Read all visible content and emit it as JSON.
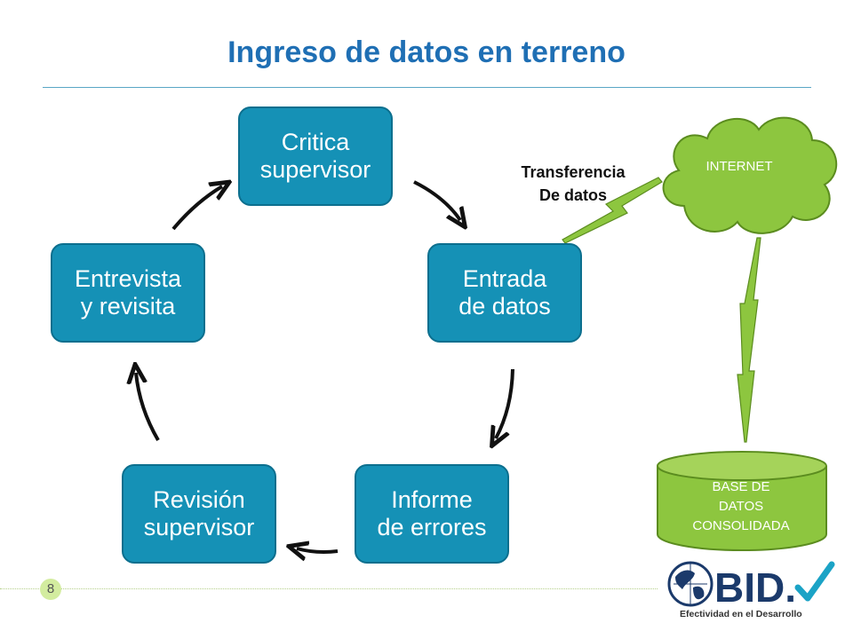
{
  "title": "Ingreso de datos en terreno",
  "nodes": {
    "critica": {
      "line1": "Critica",
      "line2": "supervisor"
    },
    "entrada": {
      "line1": "Entrada",
      "line2": "de datos"
    },
    "informe": {
      "line1": "Informe",
      "line2": "de errores"
    },
    "revision": {
      "line1": "Revisión",
      "line2": "supervisor"
    },
    "entrevista": {
      "line1": "Entrevista",
      "line2": "y revisita"
    }
  },
  "cycle": [
    "critica",
    "entrada",
    "informe",
    "revision",
    "entrevista"
  ],
  "transfer": {
    "line1": "Transferencia",
    "line2": "De datos"
  },
  "cloud": {
    "label": "INTERNET"
  },
  "database": {
    "line1": "BASE DE",
    "line2": "DATOS",
    "line3": "CONSOLIDADA"
  },
  "page_number": "8",
  "logo": {
    "text": "BID.",
    "subtitle": "Efectividad en el Desarrollo"
  },
  "colors": {
    "title": "#1f6fb4",
    "node_fill": "#1591b6",
    "green_shape": "#8dc63f",
    "logo_navy": "#1b3a6b",
    "logo_check": "#1ba3c6"
  },
  "icons": [
    "globe-icon",
    "checkmark-icon",
    "lightning-bolt"
  ]
}
